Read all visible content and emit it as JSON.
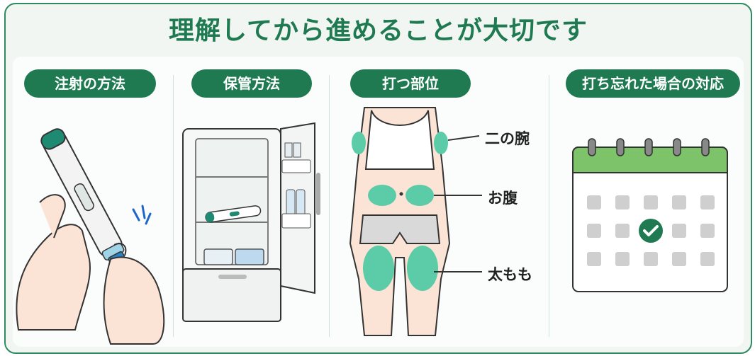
{
  "title": "理解してから進めることが大切です",
  "colors": {
    "primary": "#1f7a52",
    "accent": "#5ccba8",
    "calendar_header": "#7cc36a",
    "background": "#f1f6f3"
  },
  "sections": [
    {
      "heading": "注射の方法",
      "icon": "injection-pen-icon"
    },
    {
      "heading": "保管方法",
      "icon": "refrigerator-icon"
    },
    {
      "heading": "打つ部位",
      "icon": "body-sites-icon",
      "sites": [
        "二の腕",
        "お腹",
        "太もも"
      ]
    },
    {
      "heading": "打ち忘れた場合の対応",
      "icon": "calendar-check-icon"
    }
  ]
}
